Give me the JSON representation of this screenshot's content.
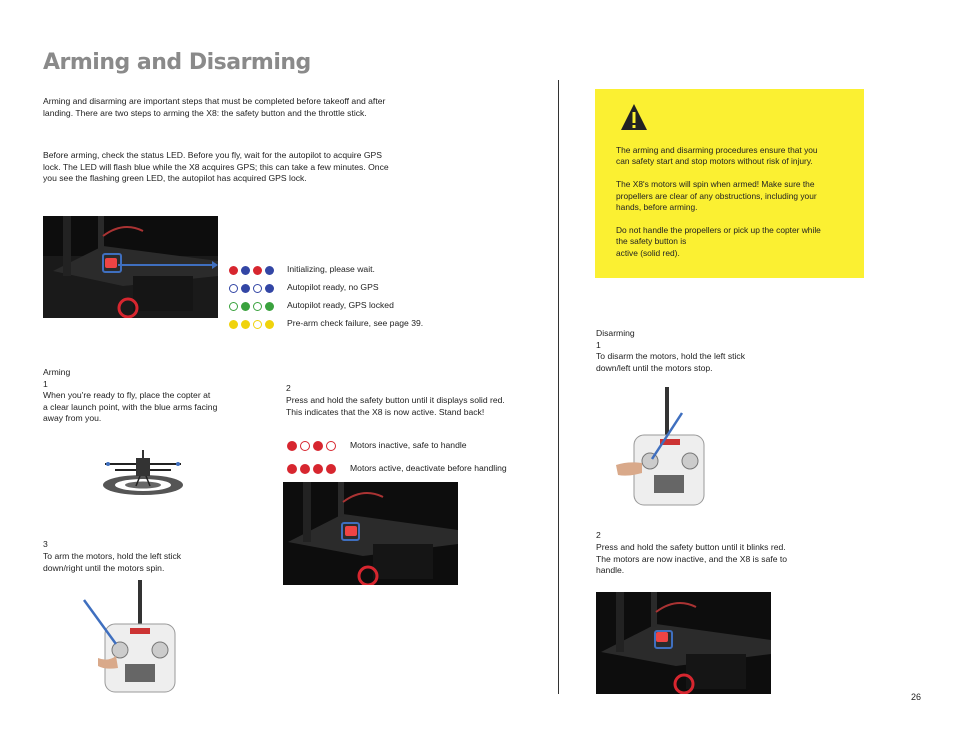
{
  "title": "Arming and Disarming",
  "intro": "Arming and disarming are important steps that must be completed before takeoff and after\nlanding. There are two steps to arming the X8: the safety button and the throttle stick.",
  "status_para": "Before arming, check the status LED. Before you fly, wait for the autopilot to acquire GPS\nlock. The LED will flash blue while the X8 acquires GPS; this can take a few minutes. Once\nyou see the flashing green LED, the autopilot has acquired GPS lock.",
  "status_leds": [
    {
      "label": "Initializing, please wait.",
      "dots": [
        "#d7262f",
        "#3346a5",
        "#d7262f",
        "#3346a5"
      ],
      "filled": [
        true,
        true,
        true,
        true
      ]
    },
    {
      "label": "Autopilot ready, no GPS",
      "dots": [
        "#3346a5",
        "#3346a5",
        "#3346a5",
        "#3346a5"
      ],
      "filled": [
        false,
        true,
        false,
        true
      ]
    },
    {
      "label": "Autopilot ready, GPS locked",
      "dots": [
        "#3aa23e",
        "#3aa23e",
        "#3aa23e",
        "#3aa23e"
      ],
      "filled": [
        false,
        true,
        false,
        true
      ]
    },
    {
      "label": "Pre-arm check failure, see page 39.",
      "dots": [
        "#f0d30c",
        "#f0d30c",
        "#f0d30c",
        "#f0d30c"
      ],
      "filled": [
        true,
        true,
        false,
        true
      ]
    }
  ],
  "arming": {
    "heading": "Arming",
    "step1_num": "1",
    "step1_text": "When you're ready to fly, place the copter at\na clear launch point, with the blue arms facing\naway from you.",
    "step2_num": "2",
    "step2_text": "Press and hold the safety button until it displays solid red.\nThis indicates that the X8 is now active. Stand back!",
    "step3_num": "3",
    "step3_text": "To arm the motors, hold the left stick\ndown/right until the motors spin."
  },
  "safety_leds": [
    {
      "label": "Motors inactive, safe to handle",
      "filled": [
        true,
        false,
        true,
        false
      ]
    },
    {
      "label": "Motors active, deactivate before handling",
      "filled": [
        true,
        true,
        true,
        true
      ]
    }
  ],
  "warning": {
    "text": "The arming and disarming procedures ensure that you\ncan safety start and stop motors without risk of injury.\n\nThe X8's motors will spin when armed! Make sure the\npropellers are clear of any obstructions, including your\nhands, before arming.\n\nDo not handle the propellers or pick up the copter while\nthe safety button is\nactive (solid red)."
  },
  "disarming": {
    "heading": "Disarming",
    "step1_num": "1",
    "step1_text": "To disarm the motors, hold the left stick\ndown/left until the motors stop.",
    "step2_num": "2",
    "step2_text": "Press and hold the safety button until it blinks red.\nThe motors are now inactive, and the X8 is safe to\nhandle."
  },
  "page_number": "26",
  "colors": {
    "red": "#d7262f",
    "blue_arrow": "#3f6fbf",
    "warning_bg": "#fbf032"
  }
}
